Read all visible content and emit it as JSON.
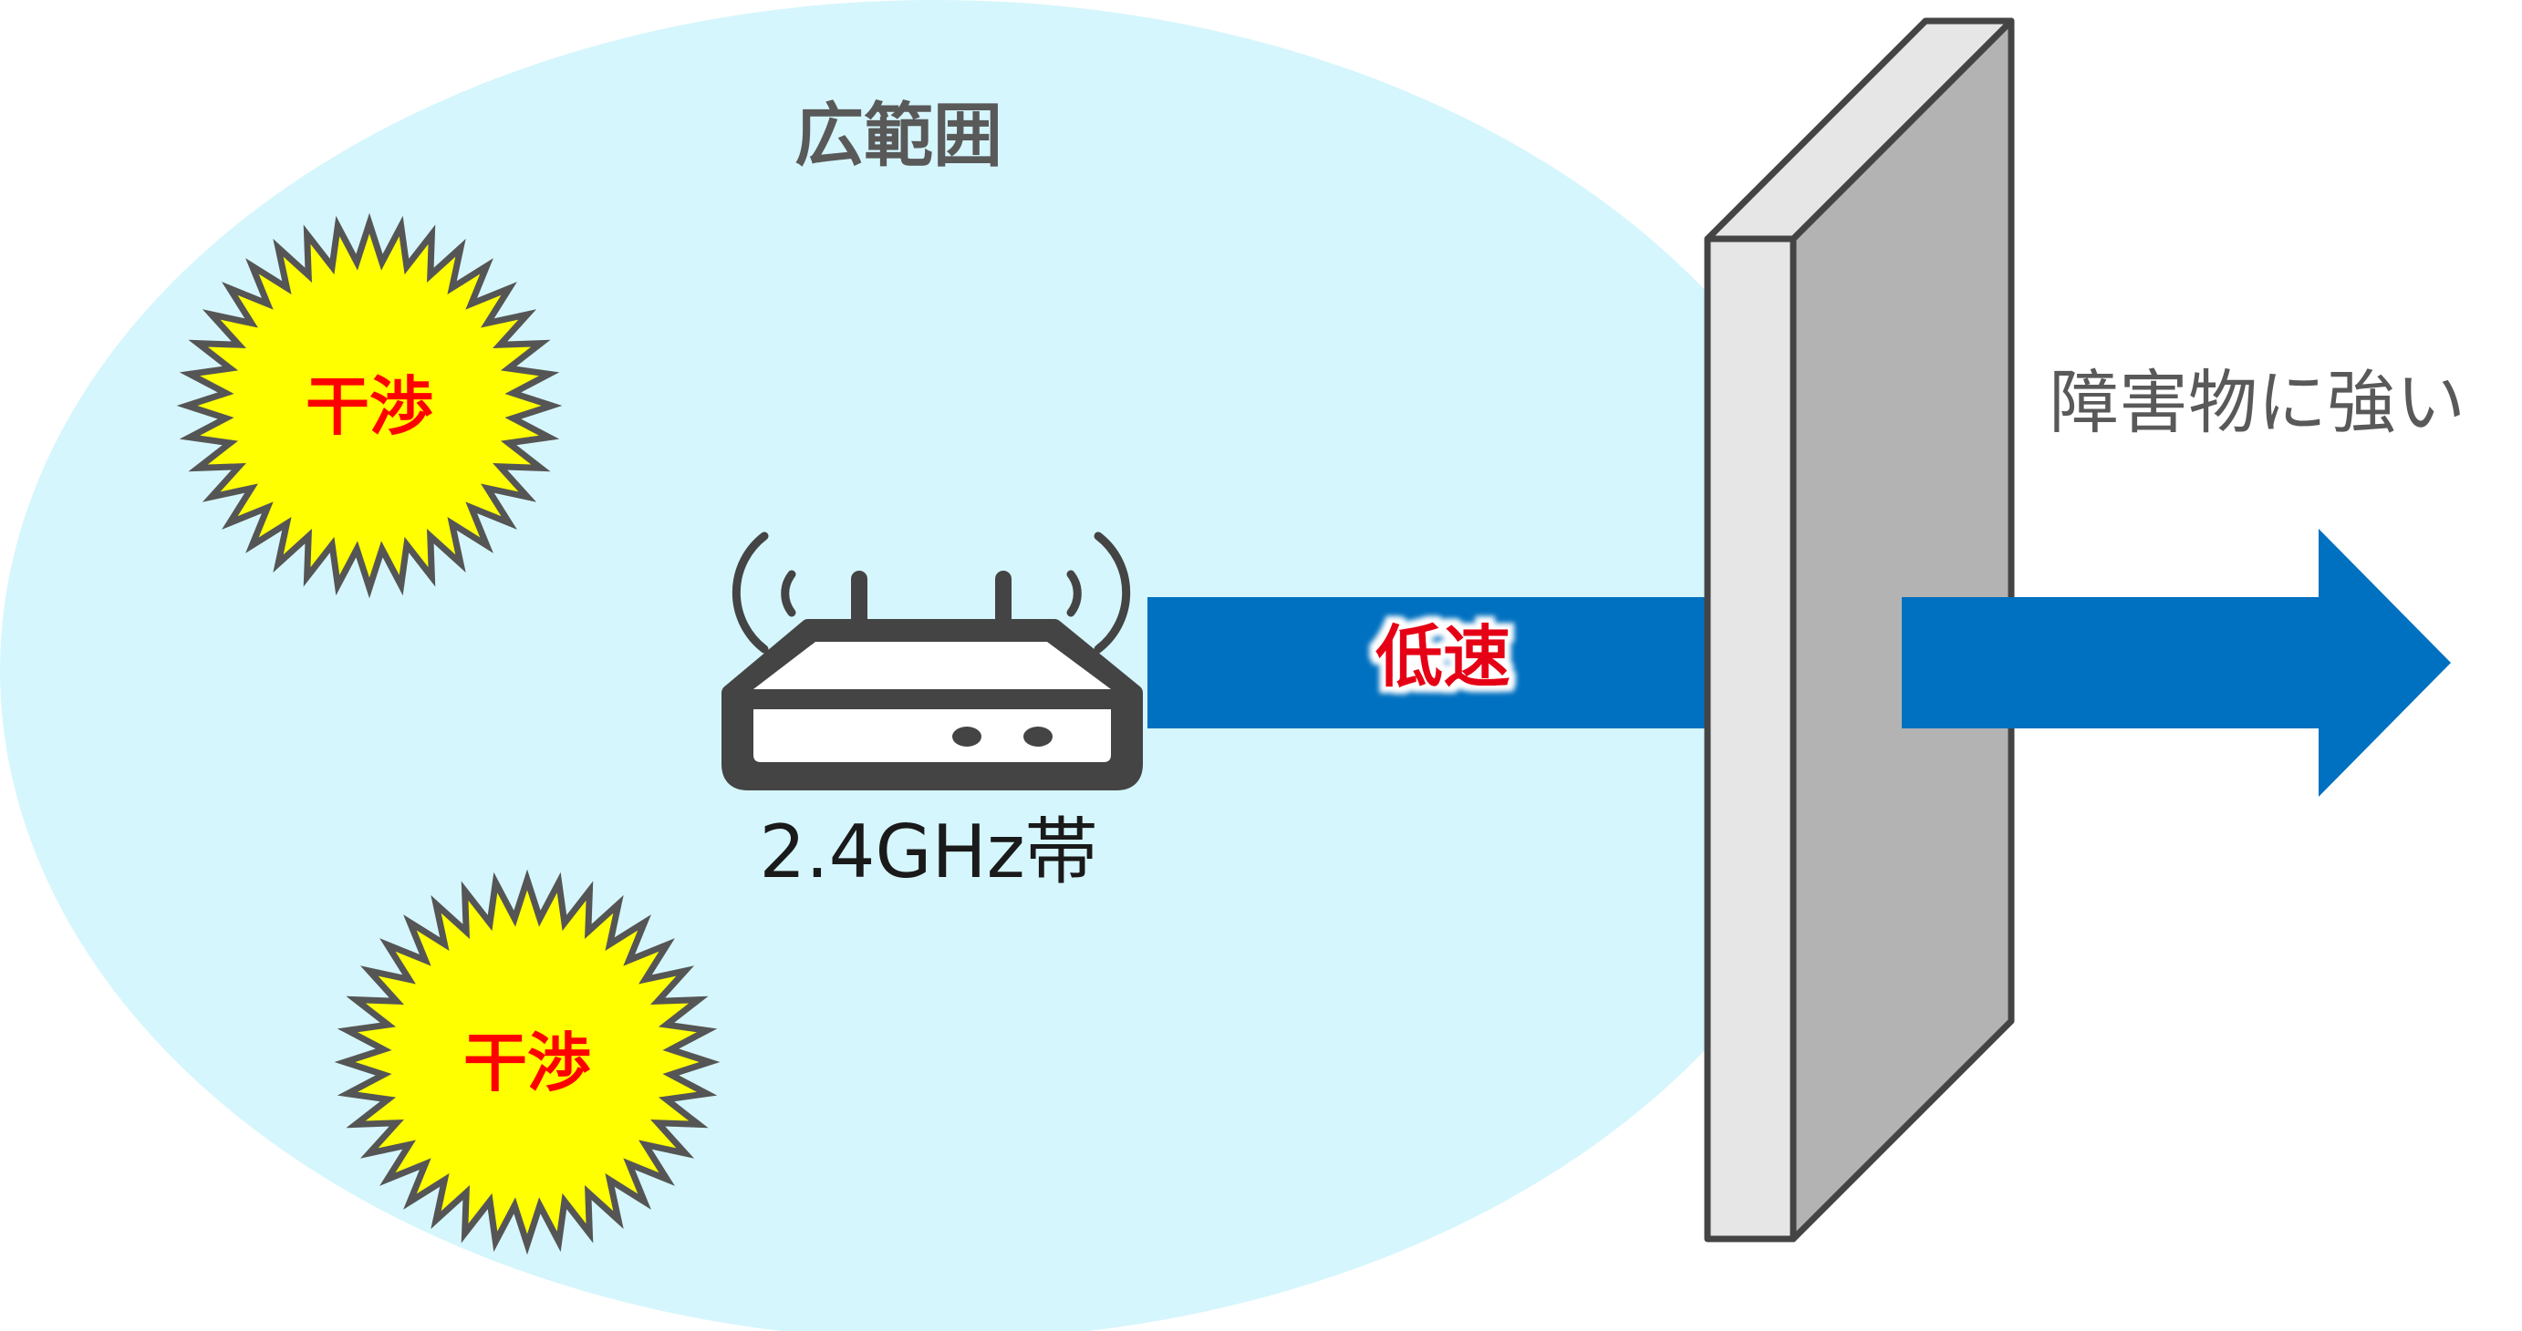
{
  "labels": {
    "coverage": "広範囲",
    "interference_top": "干渉",
    "interference_bottom": "干渉",
    "band": "2.4GHz帯",
    "speed": "低速",
    "obstacle": "障害物に強い"
  },
  "colors": {
    "coverage_fill": "#d5f6fc",
    "burst_fill": "#ffff00",
    "burst_stroke": "#555555",
    "interference_text": "#ff0000",
    "speed_text": "#e60012",
    "arrow_fill": "#0070c0",
    "wall_front": "#e6e6e6",
    "wall_side": "#b3b3b3",
    "wall_stroke": "#444444",
    "router": "#444444",
    "label_gray": "#595959",
    "label_dark": "#1a1a1a"
  },
  "icons": {
    "router": "wifi-router-icon",
    "burst": "starburst-icon",
    "wall": "wall-obstacle",
    "arrow": "right-arrow"
  }
}
